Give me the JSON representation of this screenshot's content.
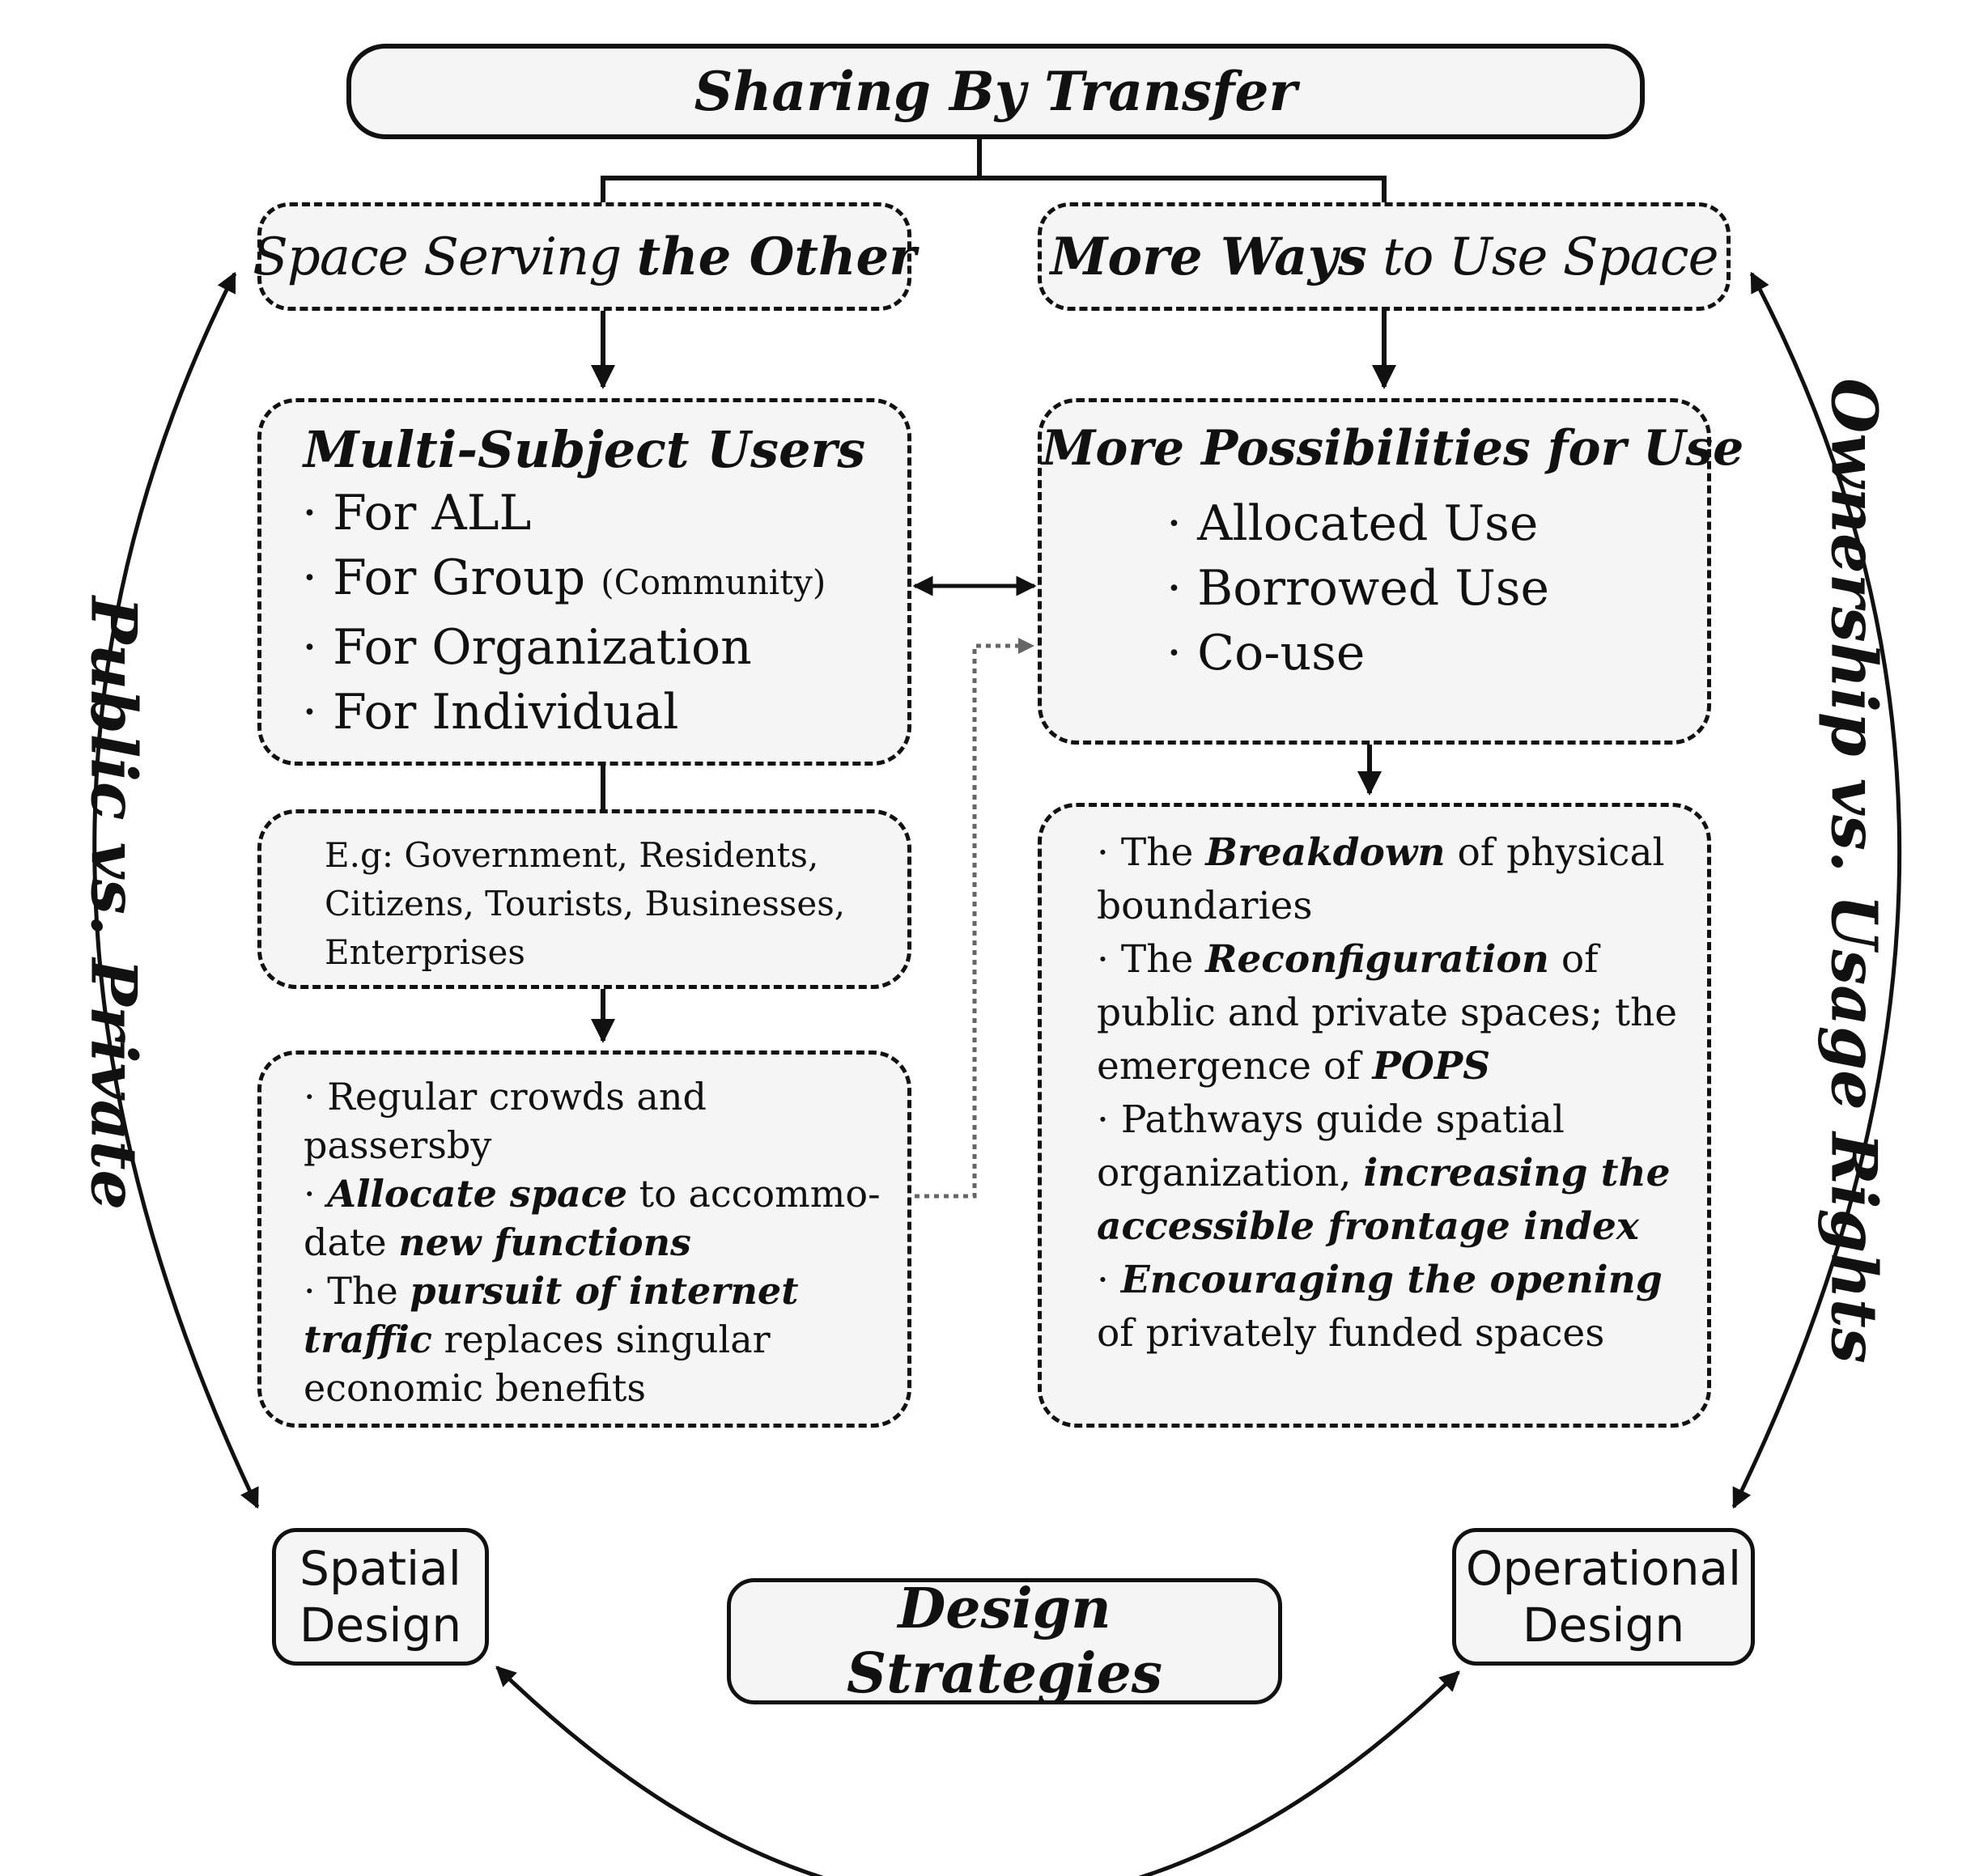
{
  "title": "Sharing By Transfer",
  "left_header": {
    "part1": "Space Serving ",
    "part2": "the Other"
  },
  "right_header": {
    "part1": "More Ways",
    "part2": " to Use Space"
  },
  "users": {
    "title": "Multi-Subject Users",
    "items": [
      "For ALL",
      "For Group",
      "For Organization",
      "For Individual"
    ],
    "group_note": "(Community)"
  },
  "possibilities": {
    "title": "More Possibilities for Use",
    "items": [
      "Allocated Use",
      "Borrowed Use",
      "Co-use"
    ]
  },
  "examples": {
    "text": "E.g: Government, Residents, Citizens, Tourists, Businesses, Enterprises"
  },
  "regular": {
    "p1": "· Regular crowds and passersby",
    "p2a": " · ",
    "p2b": "Allocate space",
    "p2c": " to accommo-date ",
    "p2d": "new functions",
    "p3a": " · The ",
    "p3b": "pursuit of internet traffic",
    "p3c": " replaces singular economic benefits"
  },
  "breakdown": {
    "p1a": " · The ",
    "p1b": "Breakdown",
    "p1c": " of physical boundaries",
    "p2a": " · The ",
    "p2b": "Reconfiguration",
    "p2c": " of public and private spaces; the emergence of ",
    "p2d": "POPS",
    "p3a": " · Pathways guide spatial organization, ",
    "p3b": "increasing the accessible frontage index",
    "p4a": " · ",
    "p4b": "Encouraging the opening",
    "p4c": " of privately funded spaces"
  },
  "spatial": {
    "line1": "Spatial",
    "line2": "Design"
  },
  "operational": {
    "line1": "Operational",
    "line2": "Design"
  },
  "strategies": "Design Strategies",
  "left_axis": "Public vs. Private",
  "right_axis": "Ownership vs. Usage Rights"
}
